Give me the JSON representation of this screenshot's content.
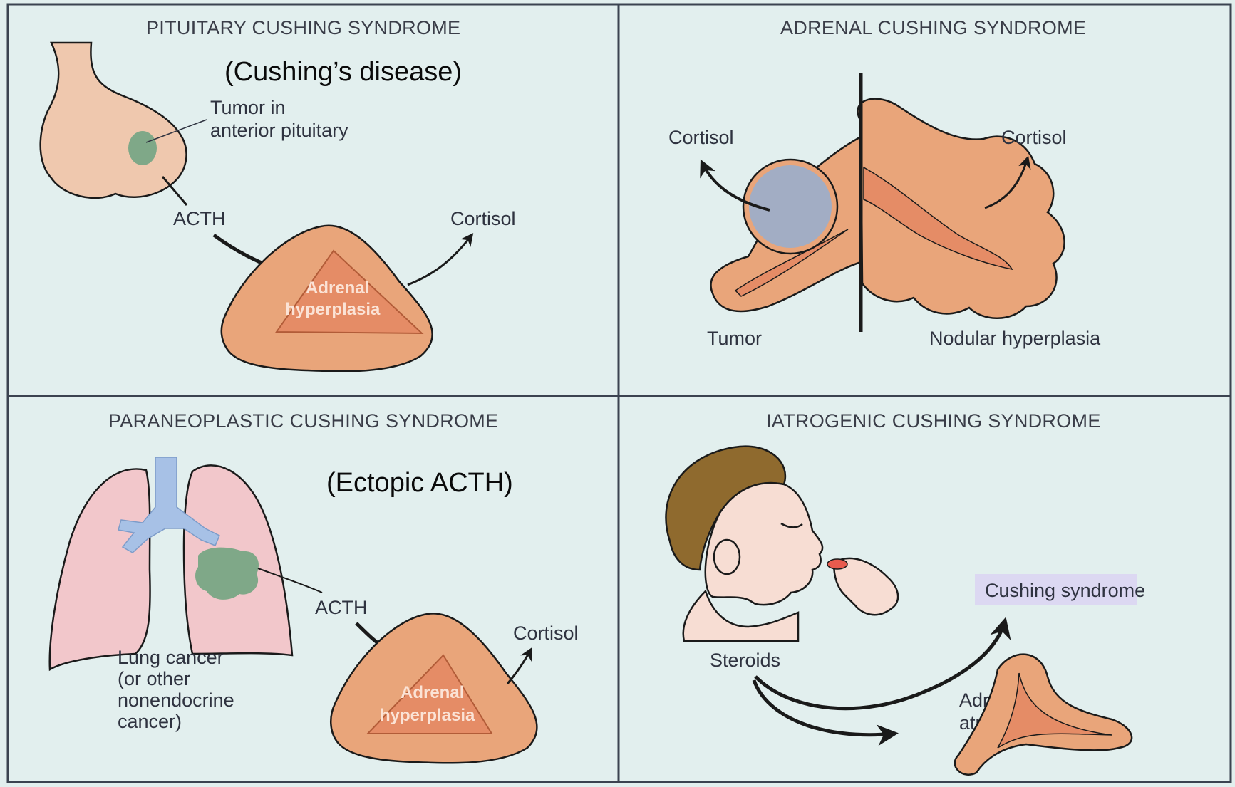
{
  "panels": {
    "pituitary": {
      "title": "PITUITARY CUSHING SYNDROME",
      "subtitle": "(Cushing’s disease)",
      "tumor_label_line1": "Tumor in",
      "tumor_label_line2": "anterior pituitary",
      "acth_label": "ACTH",
      "cortisol_label": "Cortisol",
      "adrenal_line1": "Adrenal",
      "adrenal_line2": "hyperplasia"
    },
    "adrenal": {
      "title": "ADRENAL CUSHING SYNDROME",
      "cortisol_left": "Cortisol",
      "cortisol_right": "Cortisol",
      "tumor_label": "Tumor",
      "nodular_label": "Nodular hyperplasia"
    },
    "paraneoplastic": {
      "title": "PARANEOPLASTIC CUSHING SYNDROME",
      "subtitle": "(Ectopic ACTH)",
      "acth_label": "ACTH",
      "cortisol_label": "Cortisol",
      "lung_line1": "Lung cancer",
      "lung_line2": "(or other",
      "lung_line3": "nonendocrine",
      "lung_line4": "cancer)",
      "adrenal_line1": "Adrenal",
      "adrenal_line2": "hyperplasia"
    },
    "iatrogenic": {
      "title": "IATROGENIC CUSHING SYNDROME",
      "cushing_label": "Cushing syndrome",
      "steroids_label": "Steroids",
      "atrophy_line1": "Adrenal",
      "atrophy_line2": "atrophy"
    }
  },
  "colors": {
    "background": "#e2efee",
    "border": "#3b4350",
    "adrenal_fill": "#e9a57a",
    "adrenal_core": "#e58c66",
    "pituitary_fill": "#efc8ae",
    "tumor_green": "#7fa888",
    "tumor_blue": "#a2adc4",
    "lung_pink": "#f2c7cb",
    "airway_blue": "#a7c1e6",
    "hair": "#8f6a2e",
    "skin": "#f7ddd3",
    "highlight_box": "#dcd8f2"
  }
}
